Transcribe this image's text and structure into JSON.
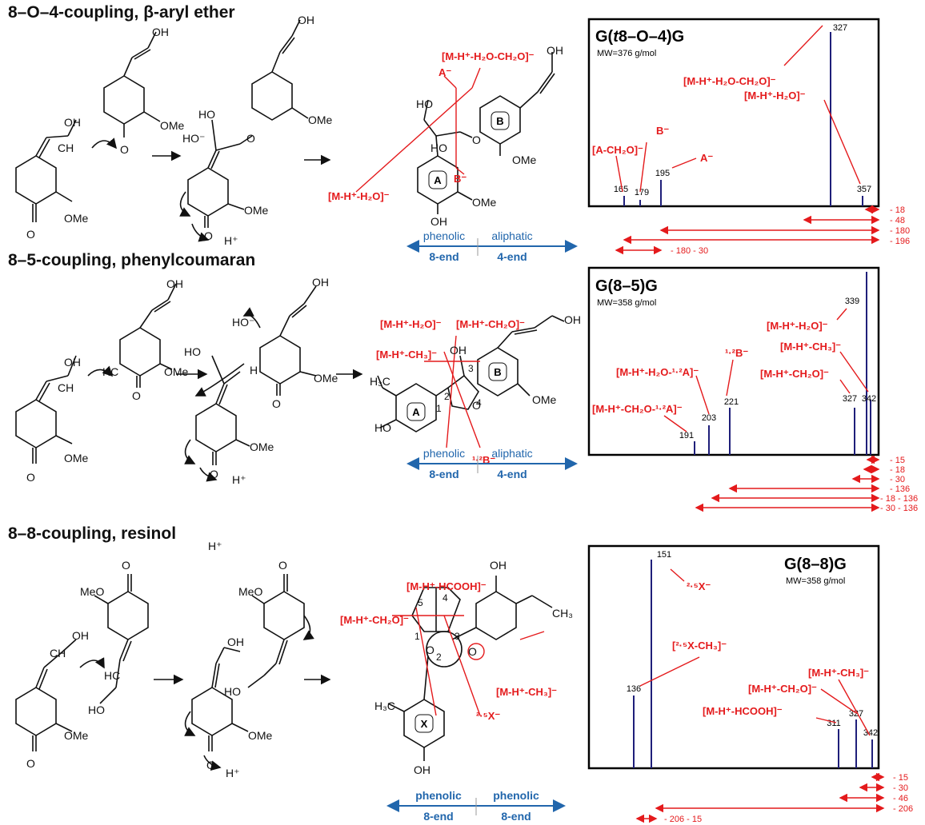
{
  "sections": [
    {
      "title": "8–O–4-coupling, β-aryl ether",
      "compound": "G(t8–O–4)G",
      "compound_pre": "G(",
      "compound_italic": "t",
      "compound_post": "8–O–4)G",
      "mw": "MW=376 g/mol",
      "ends": [
        "phenolic",
        "8-end",
        "aliphatic",
        "4-end"
      ],
      "ring_labels": [
        "A",
        "B"
      ],
      "frag_labels": [
        "A⁻",
        "[M-H⁺-H₂O-CH₂O]⁻",
        "B⁻",
        "[M-H⁺-H₂O]⁻"
      ],
      "spec_labels": [
        "[M-H⁺-H₂O-CH₂O]⁻",
        "[M-H⁺-H₂O]⁻",
        "B⁻",
        "[A-CH₂O]⁻",
        "A⁻"
      ],
      "peaks": [
        "327",
        "357",
        "165",
        "179",
        "195"
      ],
      "losses": [
        "- 18",
        "- 48",
        "- 180",
        "- 196",
        "- 180 - 30"
      ]
    },
    {
      "title": "8–5-coupling, phenylcoumaran",
      "compound": "G(8–5)G",
      "mw": "MW=358 g/mol",
      "ends": [
        "phenolic",
        "8-end",
        "aliphatic",
        "4-end"
      ],
      "ring_labels": [
        "A",
        "B"
      ],
      "numbers": [
        "3",
        "2",
        "1",
        "4"
      ],
      "frag_labels": [
        "[M-H⁺-H₂O]⁻",
        "[M-H⁺-CH₂O]⁻",
        "[M-H⁺-CH₃]⁻",
        "¹·²B⁻"
      ],
      "spec_labels": [
        "[M-H⁺-H₂O]⁻",
        "[M-H⁺-CH₃]⁻",
        "¹·²B⁻",
        "[M-H⁺-H₂O-¹·²A]⁻",
        "[M-H⁺-CH₂O]⁻",
        "[M-H⁺-CH₂O-¹·²A]⁻"
      ],
      "peaks": [
        "339",
        "221",
        "203",
        "191",
        "327",
        "342"
      ],
      "losses": [
        "- 15",
        "- 18",
        "- 30",
        "- 136",
        "- 18 - 136",
        "- 30 - 136"
      ]
    },
    {
      "title": "8–8-coupling, resinol",
      "compound": "G(8–8)G",
      "mw": "MW=358 g/mol",
      "ends": [
        "phenolic",
        "8-end",
        "phenolic",
        "8-end"
      ],
      "ring_labels": [
        "X"
      ],
      "numbers": [
        "5",
        "4",
        "1",
        "3",
        "2"
      ],
      "frag_labels": [
        "[M-H⁺-HCOOH]⁻",
        "[M-H⁺-CH₂O]⁻",
        "[M-H⁺-CH₃]⁻",
        "²·⁵X⁻"
      ],
      "spec_labels": [
        "²·⁵X⁻",
        "[²·⁵X-CH₃]⁻",
        "[M-H⁺-CH₃]⁻",
        "[M-H⁺-CH₂O]⁻",
        "[M-H⁺-HCOOH]⁻"
      ],
      "peaks": [
        "151",
        "136",
        "327",
        "311",
        "342"
      ],
      "losses": [
        "- 15",
        "- 30",
        "- 46",
        "- 206",
        "- 206 - 15"
      ]
    }
  ],
  "chem_text": {
    "oh": "OH",
    "ome": "OMe",
    "o": "O",
    "ho": "HO",
    "h": "H",
    "hplus": "H⁺",
    "hominus": "HO⁻",
    "ch": "CH",
    "hc": "HC",
    "meo": "MeO",
    "h3c": "H₃C",
    "ch3": "CH₃"
  },
  "colors": {
    "red": "#e41a1c",
    "blue": "#2166ac",
    "peak": "#1f1f7a"
  }
}
